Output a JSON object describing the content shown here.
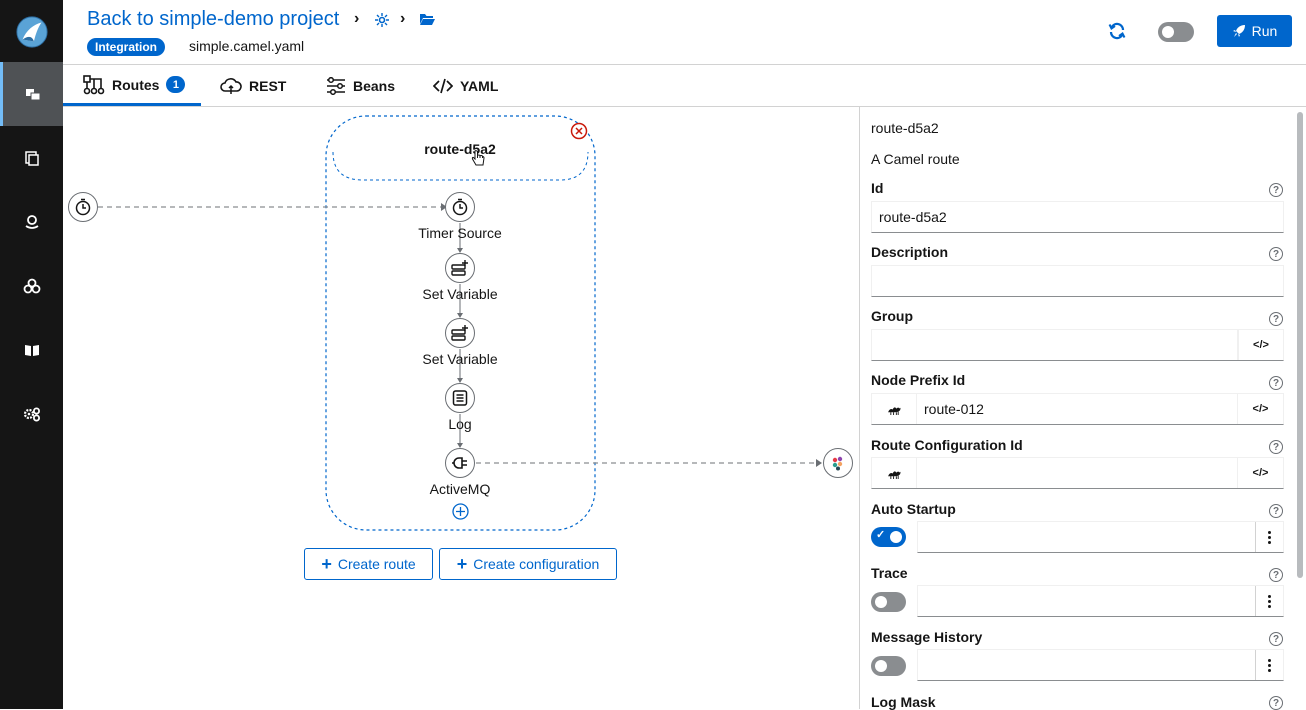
{
  "header": {
    "back_link": "Back to simple-demo project",
    "badge": "Integration",
    "filename": "simple.camel.yaml",
    "run_label": "Run"
  },
  "tabs": [
    {
      "label": "Routes",
      "count": "1"
    },
    {
      "label": "REST"
    },
    {
      "label": "Beans"
    },
    {
      "label": "YAML"
    }
  ],
  "route": {
    "name": "route-d5a2",
    "steps": [
      "Timer Source",
      "Set Variable",
      "Set Variable",
      "Log",
      "ActiveMQ"
    ]
  },
  "canvas_buttons": {
    "create_route": "Create route",
    "create_configuration": "Create configuration"
  },
  "panel": {
    "title": "route-d5a2",
    "subtitle": "A Camel route",
    "fields": {
      "id_label": "Id",
      "id_value": "route-d5a2",
      "description_label": "Description",
      "group_label": "Group",
      "node_prefix_label": "Node Prefix Id",
      "node_prefix_value": "route-012",
      "route_config_label": "Route Configuration Id",
      "auto_startup_label": "Auto Startup",
      "trace_label": "Trace",
      "message_history_label": "Message History",
      "log_mask_label": "Log Mask"
    }
  },
  "colors": {
    "accent": "#0066cc",
    "nav_bg": "#151515",
    "delete": "#c9190b"
  }
}
